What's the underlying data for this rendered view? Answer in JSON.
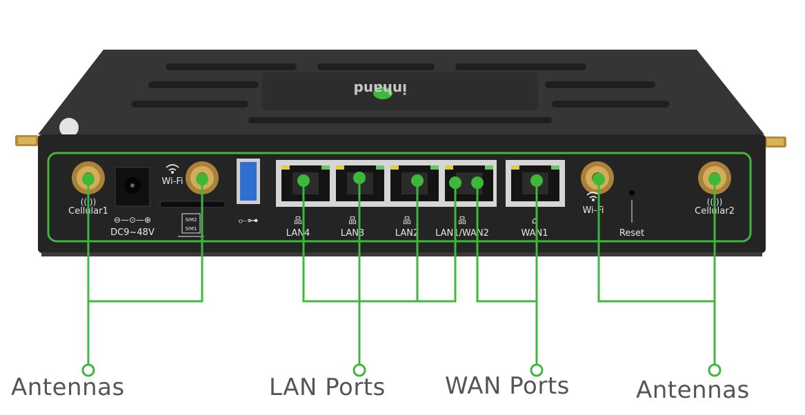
{
  "colors": {
    "accent": "#3db83a",
    "chassis": "#2a2a2a",
    "panel": "#1c1c1c",
    "callout_text": "#555555"
  },
  "brand_logo_text": "inhand",
  "panel_labels": {
    "cellular1": "Cellular1",
    "cellular2": "Cellular2",
    "wifi_left": "Wi-Fi",
    "wifi_right": "Wi-Fi",
    "power": "DC9~48V",
    "sim2": "SIM2",
    "sim1": "SIM1",
    "lan4": "LAN4",
    "lan3": "LAN3",
    "lan2": "LAN2",
    "lan1_wan2": "LAN1/WAN2",
    "wan1": "WAN1",
    "reset": "Reset"
  },
  "callouts": {
    "antennas_left": "Antennas",
    "lan_ports": "LAN Ports",
    "wan_ports": "WAN Ports",
    "antennas_right": "Antennas"
  }
}
